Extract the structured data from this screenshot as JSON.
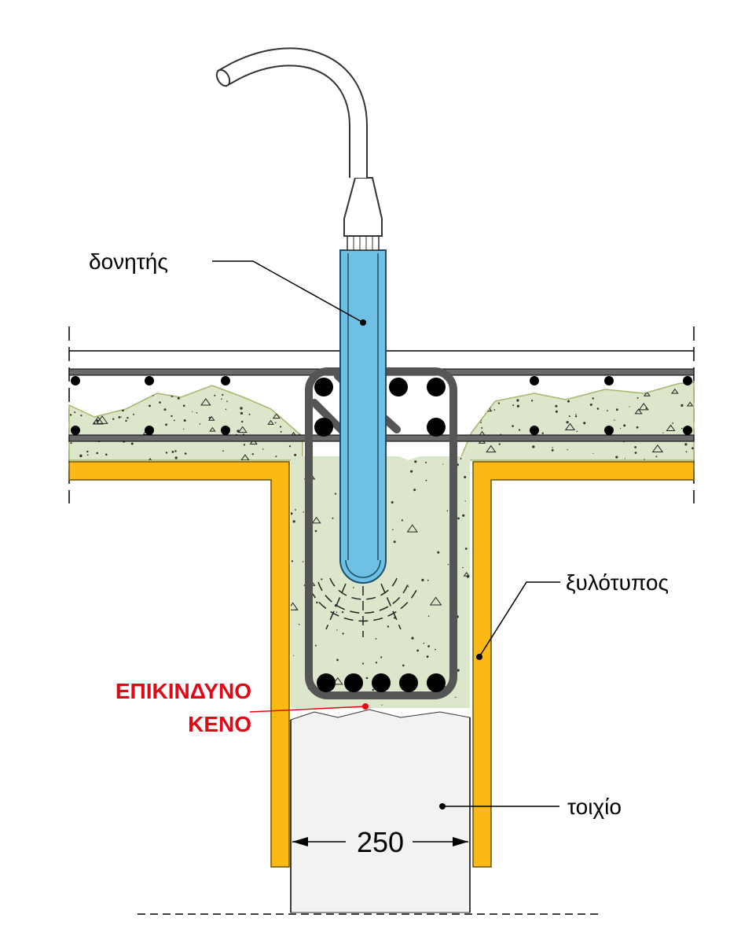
{
  "labels": {
    "vibrator": "δονητής",
    "formwork": "ξυλότυπος",
    "danger_line1": "ΕΠΙΚΙΝΔΥΝΟ",
    "danger_line2": "ΚΕΝΟ",
    "wall": "τοιχίο",
    "dimension": "250"
  },
  "colors": {
    "formwork": "#FDB913",
    "concrete": "#DCE6CB",
    "vibrator": "#6EC1E4",
    "danger": "#E30613",
    "rebar": "#000000",
    "stirrup": "#555555",
    "wall": "#F2F2F2"
  }
}
